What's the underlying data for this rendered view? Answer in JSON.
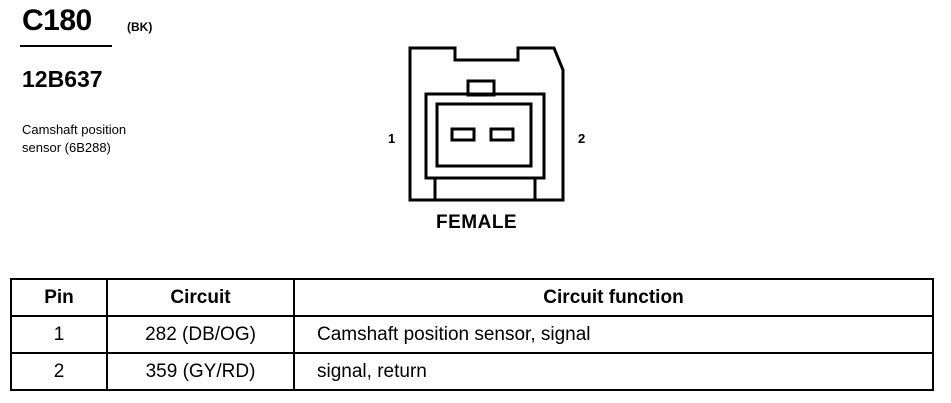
{
  "connector": {
    "id": "C180",
    "color_code": "(BK)",
    "part_number": "12B637",
    "description_line1": "Camshaft position",
    "description_line2": "sensor (6B288)",
    "face_label": "FEMALE",
    "pin_labels": [
      "1",
      "2"
    ]
  },
  "table": {
    "headers": [
      "Pin",
      "Circuit",
      "Circuit function"
    ],
    "rows": [
      {
        "pin": "1",
        "circuit": "282 (DB/OG)",
        "function": "Camshaft position sensor, signal"
      },
      {
        "pin": "2",
        "circuit": "359 (GY/RD)",
        "function": "signal, return"
      }
    ]
  }
}
